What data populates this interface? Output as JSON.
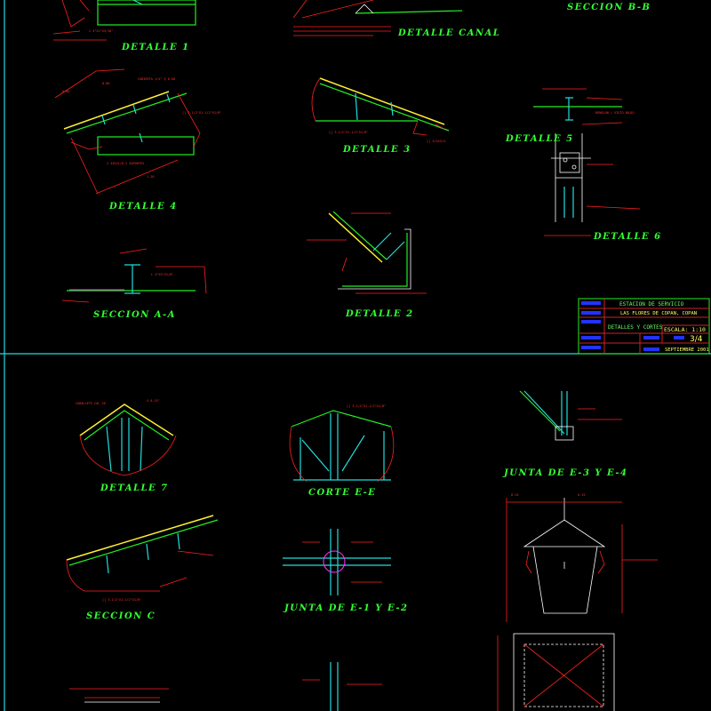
{
  "drawing": {
    "titles": {
      "detalle_1": "DETALLE 1",
      "detalle_canal": "DETALLE CANAL",
      "seccion_bb": "SECCION B-B",
      "detalle_4": "DETALLE 4",
      "detalle_3": "DETALLE 3",
      "detalle_5": "DETALLE 5",
      "detalle_6": "DETALLE 6",
      "seccion_aa": "SECCION A-A",
      "detalle_2": "DETALLE 2",
      "detalle_7": "DETALLE 7",
      "corte_ee": "CORTE E-E",
      "junta_e3_e4": "JUNTA DE E-3 Y E-4",
      "seccion_c": "SECCION C",
      "junta_e1_e2": "JUNTA DE E-1 Y E-2"
    },
    "colors": {
      "background": "#000000",
      "titles": "#33ff33",
      "annotations": "#ff2020",
      "steel": "#22dddd",
      "border": "#22dddd"
    }
  },
  "title_block": {
    "project": "ESTACION DE SERVICIO",
    "location": "LAS FLORES DE COPAN, COPAN",
    "sheet_title": "DETALLES Y CORTES",
    "scale": "ESCALA: 1:10",
    "sheet_number": "3/4",
    "date": "SEPTIEMBRE 2001"
  }
}
